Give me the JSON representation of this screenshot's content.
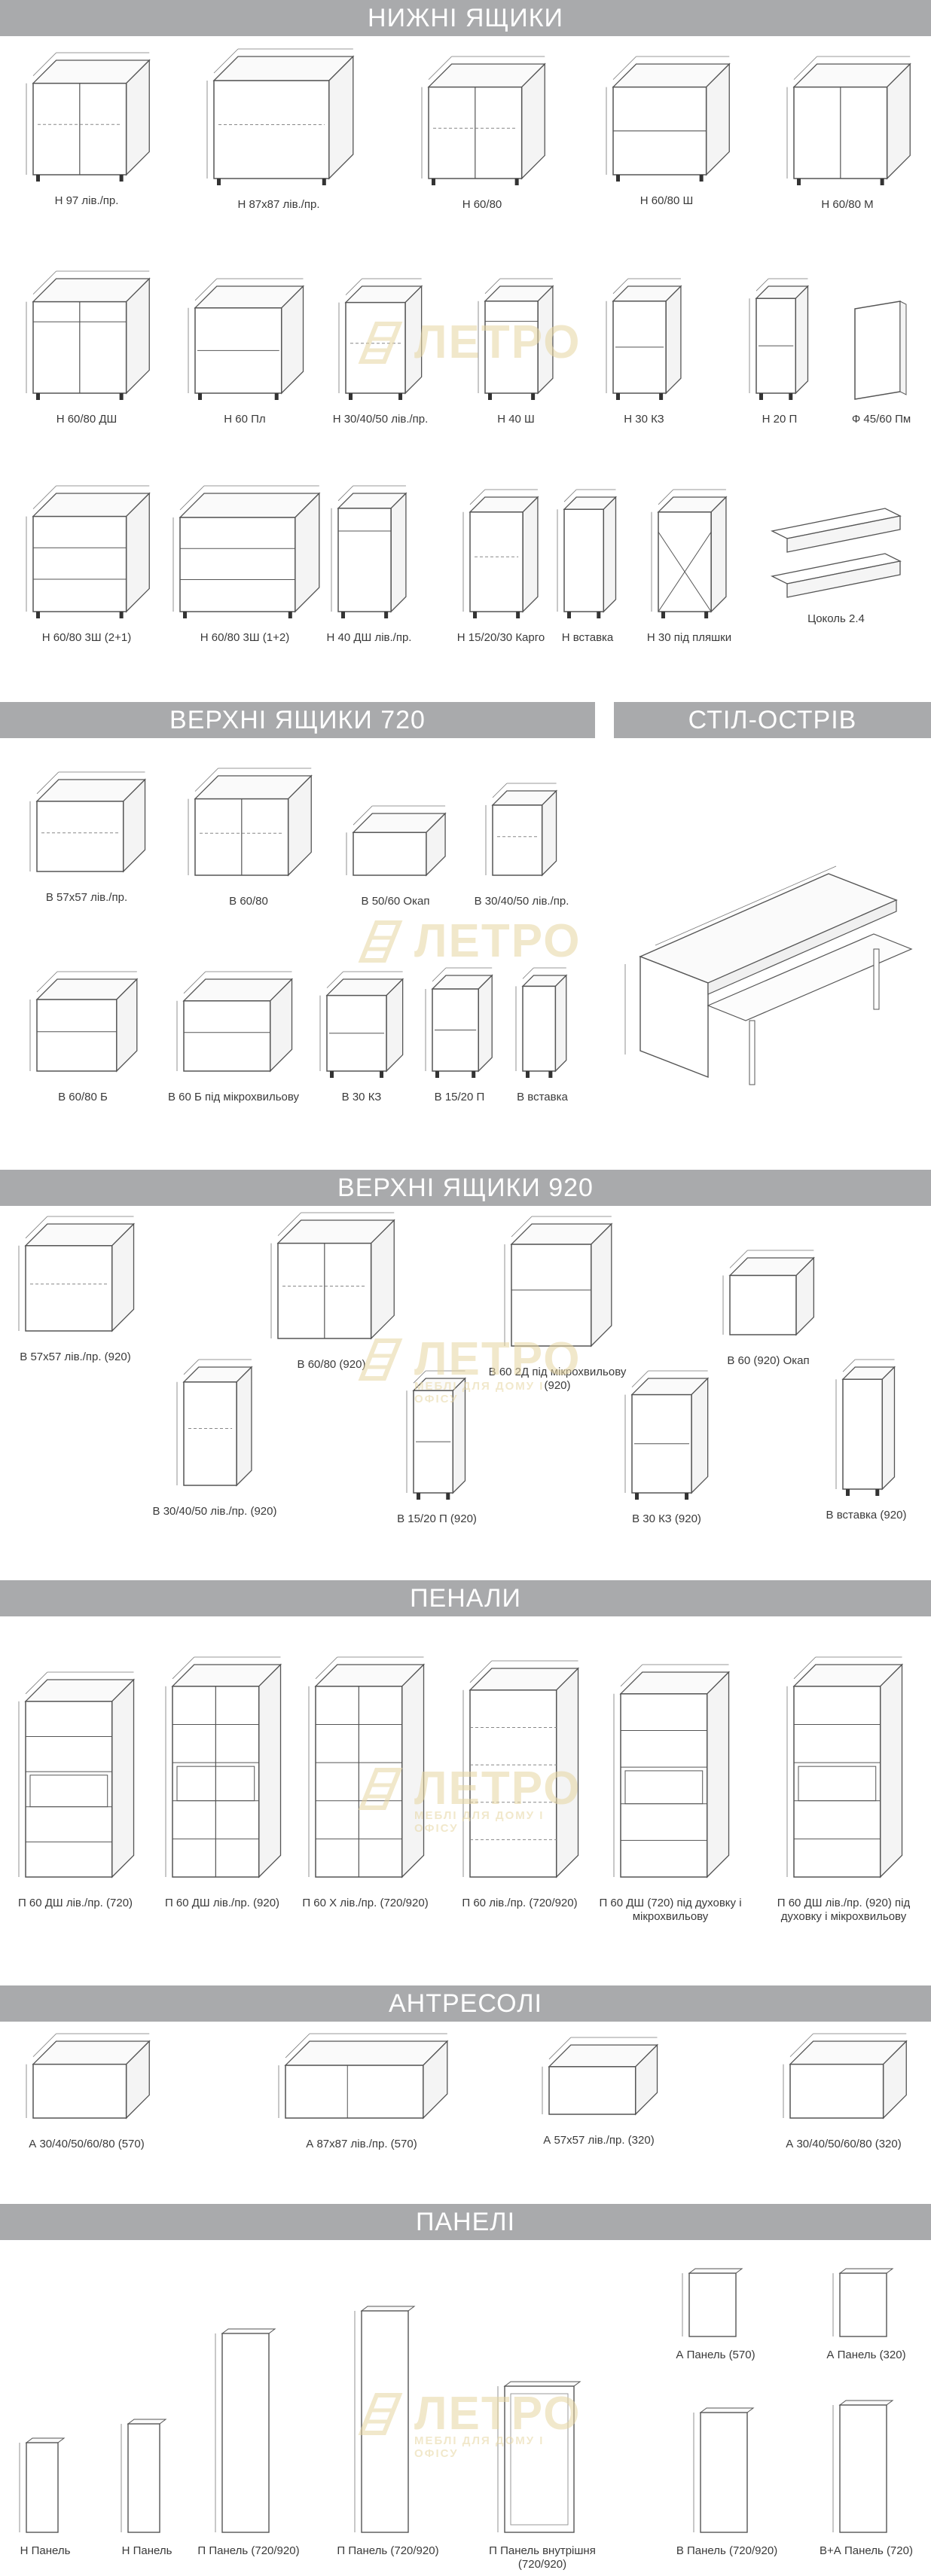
{
  "sections": {
    "lower": "НИЖНІ ЯЩИКИ",
    "upper720": "ВЕРХНІ ЯЩИКИ 720",
    "island": "СТІЛ-ОСТРІВ",
    "upper920": "ВЕРХНІ ЯЩИКИ 920",
    "tall": "ПЕНАЛИ",
    "mezzanine": "АНТРЕСОЛІ",
    "panels": "ПАНЕЛІ"
  },
  "lower_items": [
    {
      "caption": "Н 97 лів./пр."
    },
    {
      "caption": "Н 87х87 лів./пр."
    },
    {
      "caption": "Н 60/80"
    },
    {
      "caption": "Н 60/80 Ш"
    },
    {
      "caption": "Н 60/80 М"
    },
    {
      "caption": "Н 60/80 ДШ"
    },
    {
      "caption": "Н 60 Пл"
    },
    {
      "caption": "Н 30/40/50 лів./пр."
    },
    {
      "caption": "Н 40 Ш"
    },
    {
      "caption": "Н 30 КЗ"
    },
    {
      "caption": "Н 20 П"
    },
    {
      "caption": "Ф 45/60 Пм"
    },
    {
      "caption": "Н 60/80 3Ш (2+1)"
    },
    {
      "caption": "Н 60/80 3Ш (1+2)"
    },
    {
      "caption": "Н 40 ДШ лів./пр."
    },
    {
      "caption": "Н 15/20/30 Карго"
    },
    {
      "caption": "Н вставка"
    },
    {
      "caption": "Н 30 під пляшки"
    },
    {
      "caption": "Цоколь 2.4"
    }
  ],
  "upper720_items": [
    {
      "caption": "В 57х57 лів./пр."
    },
    {
      "caption": "В 60/80"
    },
    {
      "caption": "В 50/60 Окап"
    },
    {
      "caption": "В 30/40/50 лів./пр."
    },
    {
      "caption": "В 60/80 Б"
    },
    {
      "caption": "В 60 Б під мікрохвильову"
    },
    {
      "caption": "В 30 КЗ"
    },
    {
      "caption": "В 15/20 П"
    },
    {
      "caption": "В вставка"
    }
  ],
  "upper920_items": [
    {
      "caption": "В 57х57 лів./пр. (920)"
    },
    {
      "caption": "В 60/80 (920)"
    },
    {
      "caption": "В 60 2Д під мікрохвильову (920)"
    },
    {
      "caption": "В 60 (920) Окап"
    },
    {
      "caption": "В 30/40/50 лів./пр. (920)"
    },
    {
      "caption": "В 15/20 П (920)"
    },
    {
      "caption": "В 30 КЗ (920)"
    },
    {
      "caption": "В вставка (920)"
    }
  ],
  "tall_items": [
    {
      "caption": "П 60 ДШ лів./пр. (720)"
    },
    {
      "caption": "П 60 ДШ лів./пр. (920)"
    },
    {
      "caption": "П 60 Х лів./пр. (720/920)"
    },
    {
      "caption": "П 60 лів./пр. (720/920)"
    },
    {
      "caption": "П 60 ДШ (720) під духовку і мікрохвильову"
    },
    {
      "caption": "П 60 ДШ лів./пр. (920) під духовку і мікрохвильову"
    }
  ],
  "mezzanine_items": [
    {
      "caption": "А 30/40/50/60/80 (570)"
    },
    {
      "caption": "А 87х87 лів./пр. (570)"
    },
    {
      "caption": "А 57х57 лів./пр. (320)"
    },
    {
      "caption": "А 30/40/50/60/80 (320)"
    }
  ],
  "panel_items": [
    {
      "caption": "Н Панель"
    },
    {
      "caption": "Н Панель"
    },
    {
      "caption": "П Панель (720/920)"
    },
    {
      "caption": "П Панель (720/920)"
    },
    {
      "caption": "П Панель внутрішня (720/920)"
    },
    {
      "caption": "В Панель (720/920)"
    },
    {
      "caption": "В+А Панель (720)"
    },
    {
      "caption": "А Панель (570)"
    },
    {
      "caption": "А Панель (320)"
    }
  ],
  "logo": {
    "word": "ЛЕТРО",
    "tagline": "МЕБЛІ ДЛЯ ДОМУ І ОФІСУ"
  },
  "colors": {
    "band": "#a9aaac",
    "line": "#555555",
    "logo": "#e7d6a2"
  }
}
